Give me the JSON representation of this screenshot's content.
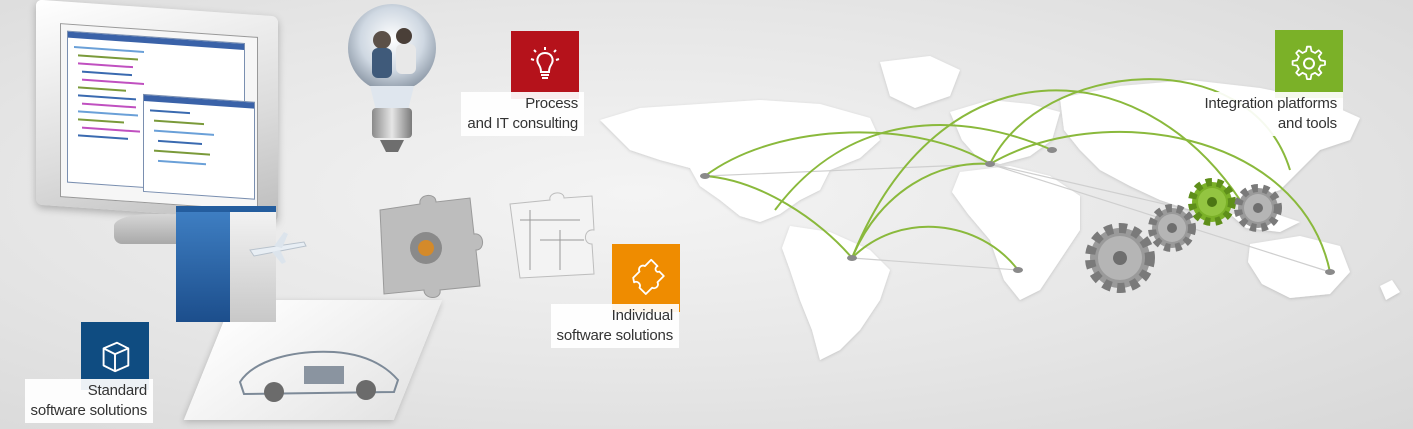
{
  "tiles": {
    "process": {
      "line1": "Process",
      "line2": "and IT consulting",
      "color": "#b5121b",
      "icon": "lightbulb-icon"
    },
    "individual": {
      "line1": "Individual",
      "line2": "software solutions",
      "color": "#ef8c00",
      "icon": "puzzle-piece-icon"
    },
    "standard": {
      "line1": "Standard",
      "line2": "software solutions",
      "color": "#0f4c81",
      "icon": "cube-icon"
    },
    "integration": {
      "line1": "Integration platforms",
      "line2": "and tools",
      "color": "#7bb128",
      "icon": "gear-icon"
    }
  },
  "colors": {
    "map": "#ffffff",
    "arc": "#8ab93c",
    "gear_gray": "#9a9a9a",
    "gear_green": "#7bb128"
  }
}
